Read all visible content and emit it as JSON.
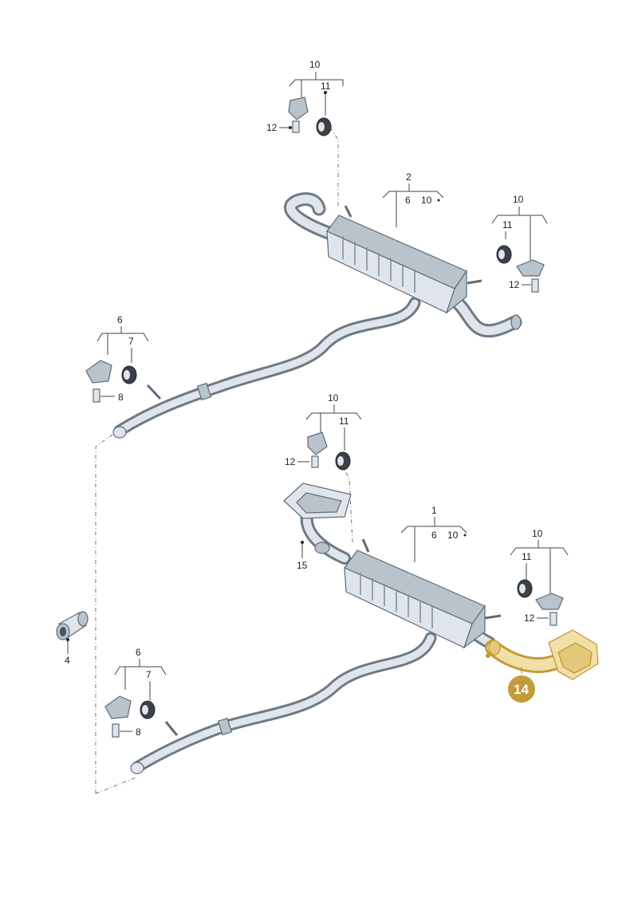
{
  "diagram": {
    "top_assembly": {
      "main_part": "2",
      "main_sub": [
        "6",
        "10"
      ],
      "top_mount": {
        "group": "10",
        "hanger": "11",
        "bolt": "12"
      },
      "right_mount": {
        "group": "10",
        "hanger": "11",
        "bolt": "12"
      },
      "left_mount": {
        "group": "6",
        "hanger": "7",
        "bolt": "8"
      }
    },
    "bottom_assembly": {
      "main_part": "1",
      "main_sub": [
        "6",
        "10"
      ],
      "top_mount": {
        "group": "10",
        "hanger": "11",
        "bolt": "12"
      },
      "right_mount": {
        "group": "10",
        "hanger": "11",
        "bolt": "12"
      },
      "left_mount": {
        "group": "6",
        "hanger": "7",
        "bolt": "8"
      },
      "tailpipe_left": "15"
    },
    "clamp": "4",
    "highlighted_part": "14",
    "highlight_color": "#c49b3a"
  }
}
